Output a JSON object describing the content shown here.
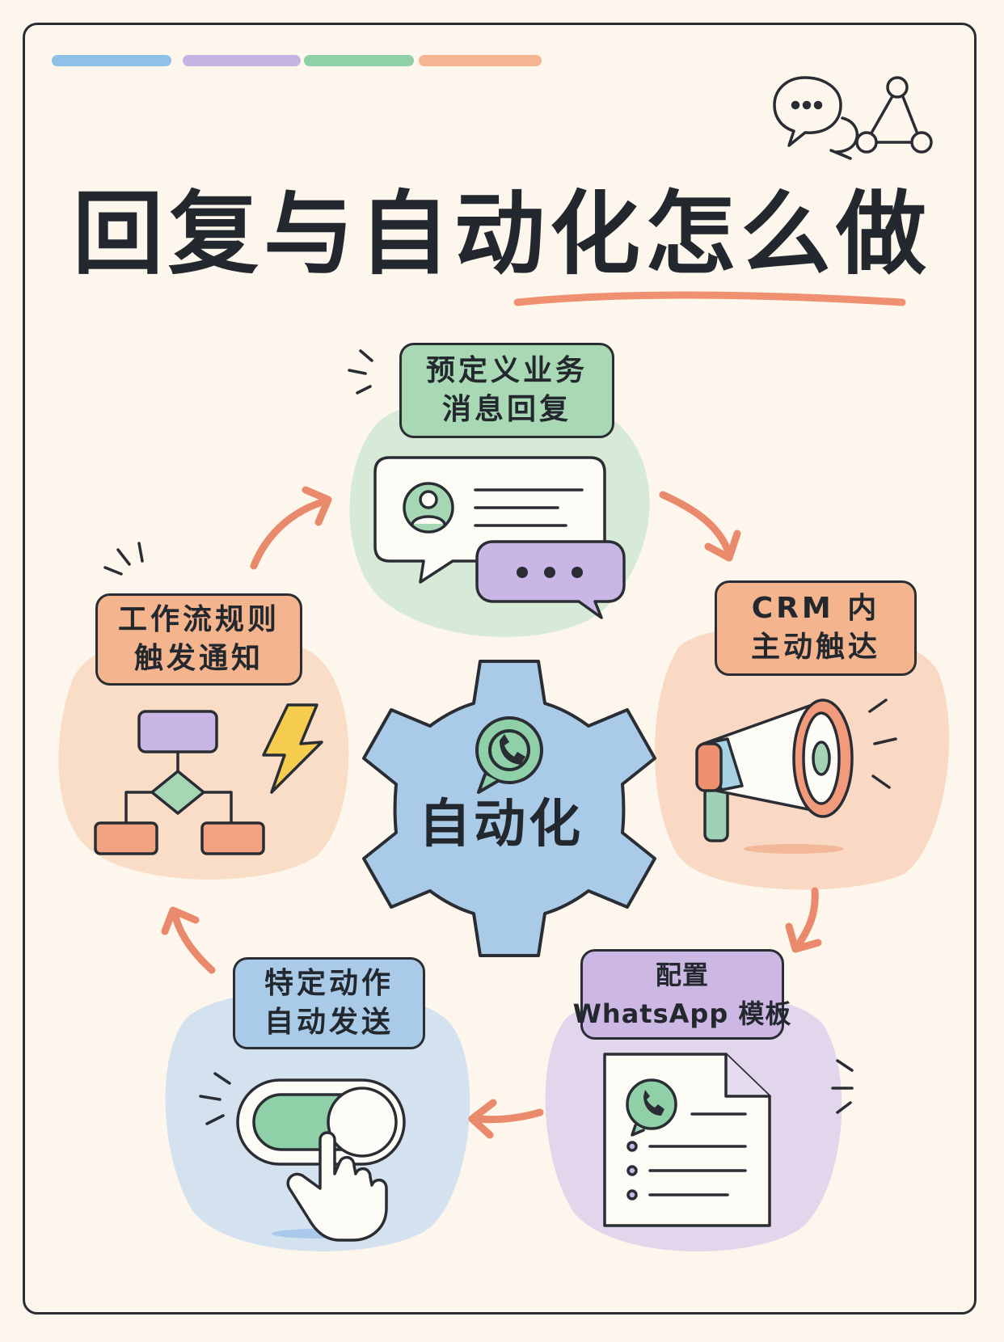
{
  "title": "回复与自动化怎么做",
  "center": {
    "label": "自动化",
    "icon": "whatsapp-icon"
  },
  "steps": [
    {
      "id": "reply",
      "line1": "预定义业务",
      "line2": "消息回复",
      "color": "#a8d8b4",
      "icon": "chat-bubbles-icon"
    },
    {
      "id": "crm",
      "line1": "CRM 内",
      "line2": "主动触达",
      "color": "#f3b48e",
      "icon": "megaphone-icon"
    },
    {
      "id": "template",
      "line1": "配置",
      "line2": "WhatsApp 模板",
      "color": "#cdb8e3",
      "icon": "document-icon"
    },
    {
      "id": "action",
      "line1": "特定动作",
      "line2": "自动发送",
      "color": "#a9cbe8",
      "icon": "toggle-switch-icon"
    },
    {
      "id": "workflow",
      "line1": "工作流规则",
      "line2": "触发通知",
      "color": "#f3b48e",
      "icon": "flowchart-icon"
    }
  ],
  "palette": {
    "blue": "#8ec0e8",
    "purple": "#c5b3e3",
    "green": "#8fd0a8",
    "orange": "#f5b593",
    "arrow": "#ea8a6c",
    "underline": "#ef9070"
  }
}
